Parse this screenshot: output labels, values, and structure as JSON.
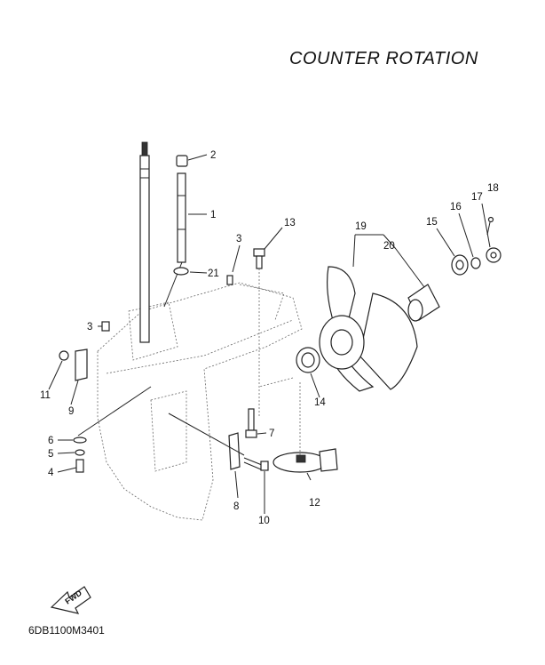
{
  "diagram": {
    "title": "COUNTER ROTATION",
    "drawing_code": "6DB1100M3401",
    "fwd_label": "FWD",
    "callouts": [
      {
        "id": "c1",
        "label": "1"
      },
      {
        "id": "c2",
        "label": "2"
      },
      {
        "id": "c3a",
        "label": "3"
      },
      {
        "id": "c3b",
        "label": "3"
      },
      {
        "id": "c4",
        "label": "4"
      },
      {
        "id": "c5",
        "label": "5"
      },
      {
        "id": "c6",
        "label": "6"
      },
      {
        "id": "c7",
        "label": "7"
      },
      {
        "id": "c8",
        "label": "8"
      },
      {
        "id": "c9",
        "label": "9"
      },
      {
        "id": "c10",
        "label": "10"
      },
      {
        "id": "c11",
        "label": "11"
      },
      {
        "id": "c12",
        "label": "12"
      },
      {
        "id": "c13",
        "label": "13"
      },
      {
        "id": "c14",
        "label": "14"
      },
      {
        "id": "c15",
        "label": "15"
      },
      {
        "id": "c16",
        "label": "16"
      },
      {
        "id": "c17",
        "label": "17"
      },
      {
        "id": "c18",
        "label": "18"
      },
      {
        "id": "c19",
        "label": "19"
      },
      {
        "id": "c20",
        "label": "20"
      },
      {
        "id": "c21",
        "label": "21"
      }
    ]
  }
}
